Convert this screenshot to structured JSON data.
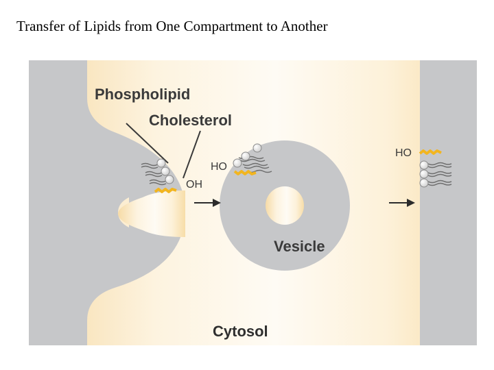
{
  "slide": {
    "title": "Transfer of Lipids from One Compartment to Another"
  },
  "diagram": {
    "labels": {
      "phospholipid": "Phospholipid",
      "cholesterol": "Cholesterol",
      "vesicle": "Vesicle",
      "cytosol": "Cytosol",
      "oh_left": "OH",
      "ho_vesicle": "HO",
      "ho_right": "HO"
    },
    "colors": {
      "membrane": "#c6c7c9",
      "cytosol_light": "#fdf3df",
      "cytosol_edge": "#f6dba7",
      "cholesterol": "#f2b51f",
      "lipid_head": "#f4f4f4",
      "lipid_tail": "#6e6e6e",
      "arrow": "#2b2b2b"
    }
  }
}
